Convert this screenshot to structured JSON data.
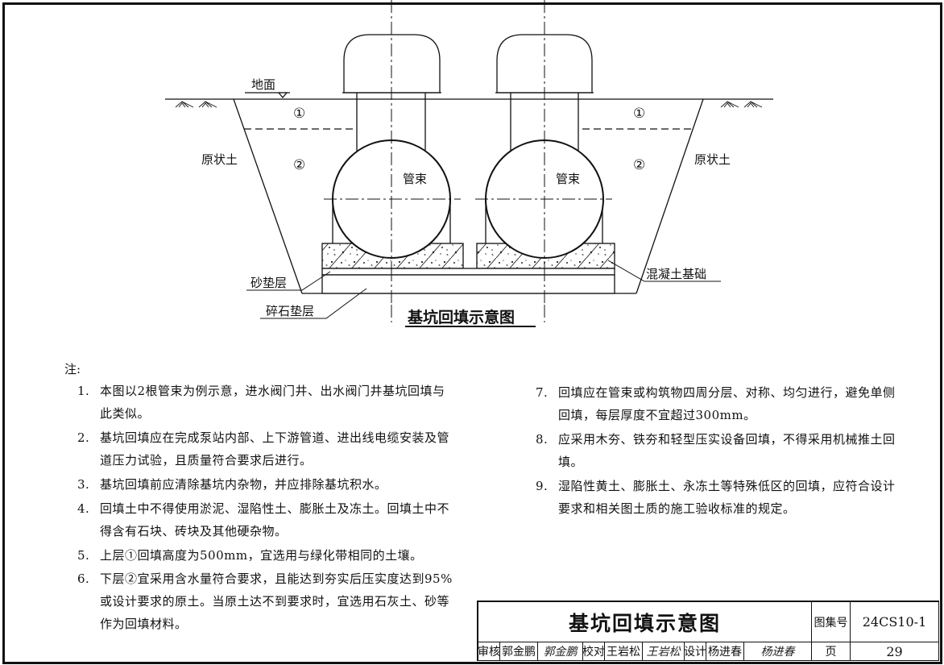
{
  "drawing": {
    "title": "基坑回填示意图",
    "labels": {
      "ground": "地面",
      "original_soil_left": "原状土",
      "original_soil_right": "原状土",
      "layer1_left": "①",
      "layer2_left": "②",
      "layer1_right": "①",
      "layer2_right": "②",
      "pipe_left": "管束",
      "pipe_right": "管束",
      "sand_cushion": "砂垫层",
      "gravel_cushion": "碎石垫层",
      "concrete_foundation": "混凝土基础"
    }
  },
  "notes": {
    "header": "注:",
    "items": [
      {
        "num": "1.",
        "text": "本图以2根管束为例示意，进水阀门井、出水阀门井基坑回填与此类似。"
      },
      {
        "num": "2.",
        "text": "基坑回填应在完成泵站内部、上下游管道、进出线电缆安装及管道压力试验，且质量符合要求后进行。"
      },
      {
        "num": "3.",
        "text": "基坑回填前应清除基坑内杂物，并应排除基坑积水。"
      },
      {
        "num": "4.",
        "text": "回填土中不得使用淤泥、湿陷性土、膨胀土及冻土。回填土中不得含有石块、砖块及其他硬杂物。"
      },
      {
        "num": "5.",
        "text": "上层①回填高度为500mm，宜选用与绿化带相同的土壤。"
      },
      {
        "num": "6.",
        "text": "下层②宜采用含水量符合要求，且能达到夯实后压实度达到95%或设计要求的原土。当原土达不到要求时，宜选用石灰土、砂等作为回填材料。"
      },
      {
        "num": "7.",
        "text": "回填应在管束或构筑物四周分层、对称、均匀进行，避免单侧回填，每层厚度不宜超过300mm。"
      },
      {
        "num": "8.",
        "text": "应采用木夯、铁夯和轻型压实设备回填，不得采用机械推土回填。"
      },
      {
        "num": "9.",
        "text": "湿陷性黄土、膨胀土、永冻土等特殊低区的回填，应符合设计要求和相关图土质的施工验收标准的规定。"
      }
    ]
  },
  "title_block": {
    "title": "基坑回填示意图",
    "atlas_label": "图集号",
    "atlas_code": "24CS10-1",
    "page_label": "页",
    "page_number": "29",
    "review_label": "审核",
    "reviewer": "郭金鹏",
    "reviewer_signature": "郭金鹏",
    "check_label": "校对",
    "checker": "王岩松",
    "checker_signature": "王岩松",
    "design_label": "设计",
    "designer": "杨进春",
    "designer_signature": "杨进春"
  }
}
